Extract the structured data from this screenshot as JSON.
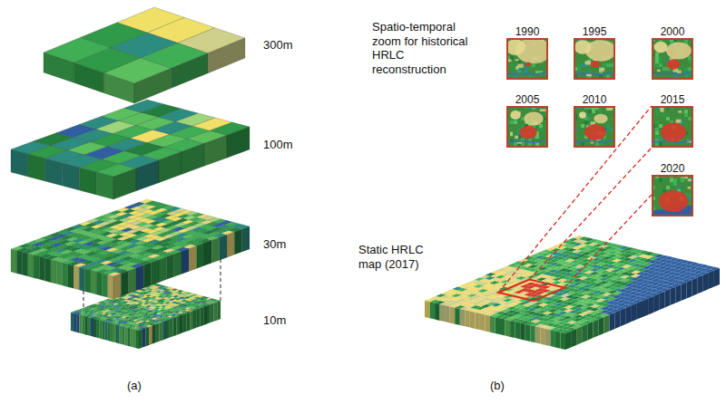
{
  "diagram": {
    "nodes": [
      {
        "text": [
          "1990"
        ]
      },
      {
        "text": [
          "1995"
        ]
      },
      {
        "text": [
          "2000"
        ]
      },
      {
        "text": [
          "2005"
        ]
      },
      {
        "text": [
          "2010"
        ]
      },
      {
        "text": [
          "2015"
        ]
      },
      {
        "text": [
          "2020"
        ]
      }
    ],
    "labels": [
      "300m",
      "100m",
      "30m",
      "10m",
      "(a)",
      "(b)",
      "Spatio-temporal zoom for historical HRLC reconstruction",
      "Static HRLC map (2017)"
    ]
  }
}
